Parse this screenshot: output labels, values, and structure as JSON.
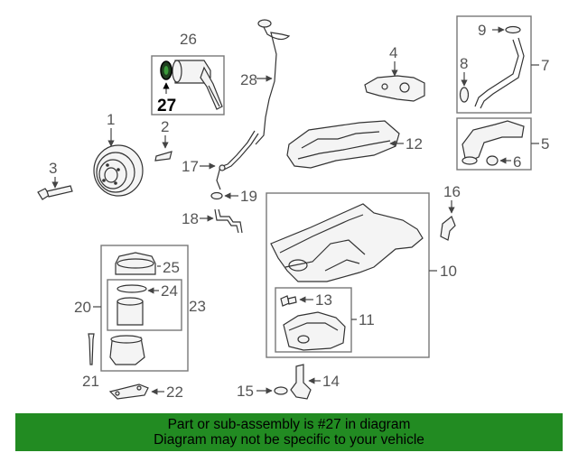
{
  "diagram": {
    "highlighted_part": "27",
    "callouts": [
      "1",
      "2",
      "3",
      "4",
      "5",
      "6",
      "7",
      "8",
      "9",
      "10",
      "11",
      "12",
      "13",
      "14",
      "15",
      "16",
      "17",
      "18",
      "19",
      "20",
      "21",
      "22",
      "23",
      "24",
      "25",
      "26",
      "27",
      "28"
    ]
  },
  "banner": {
    "line1": "Part or sub-assembly is #27 in diagram",
    "line2": "Diagram may not be specific to your vehicle",
    "color": "#228B22"
  },
  "colors": {
    "highlight": "#000000",
    "label": "#555555"
  }
}
